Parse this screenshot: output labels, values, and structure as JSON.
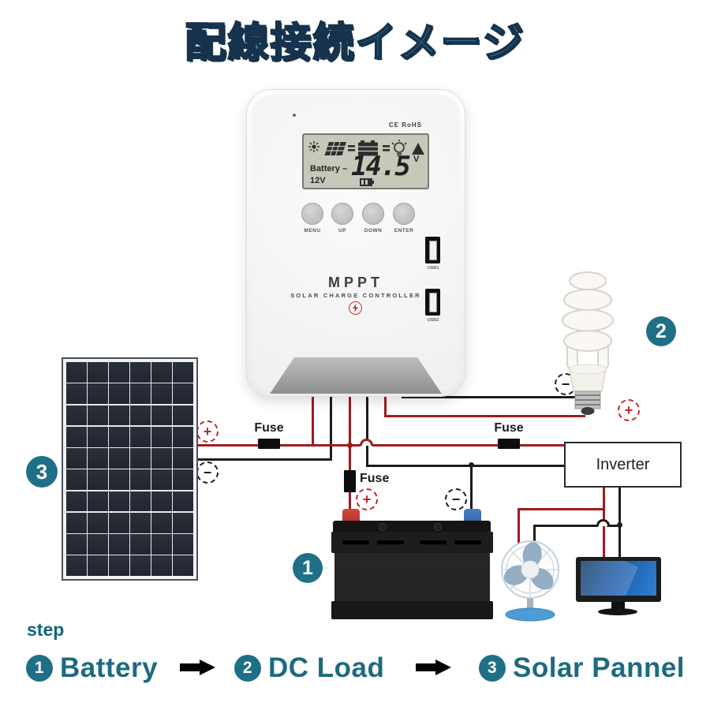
{
  "title": "配線接続イメージ",
  "controller": {
    "ce_mark": "CE RoHS",
    "lcd": {
      "battery_label": "Battery –",
      "voltage": "14.5",
      "voltage_unit": "V",
      "system_voltage": "12V"
    },
    "buttons": [
      "MENU",
      "UP",
      "DOWN",
      "ENTER"
    ],
    "usb_ports": [
      "USB1",
      "USB2"
    ],
    "brand": "MPPT",
    "subtitle": "SOLAR CHARGE CONTROLLER"
  },
  "labels": {
    "fuse": "Fuse",
    "inverter": "Inverter",
    "plus": "+",
    "minus": "−"
  },
  "badges": {
    "battery": "1",
    "dc_load": "2",
    "solar_panel": "3"
  },
  "steps": {
    "heading": "step",
    "items": [
      {
        "num": "1",
        "label": "Battery"
      },
      {
        "num": "2",
        "label": "DC Load"
      },
      {
        "num": "3",
        "label": "Solar Pannel"
      }
    ]
  },
  "colors": {
    "teal": "#1f7086",
    "wire_red": "#9e1c20",
    "wire_black": "#1c1c1c",
    "accent_red": "#c2272d",
    "lcd_bg": "#c7c8b9"
  }
}
